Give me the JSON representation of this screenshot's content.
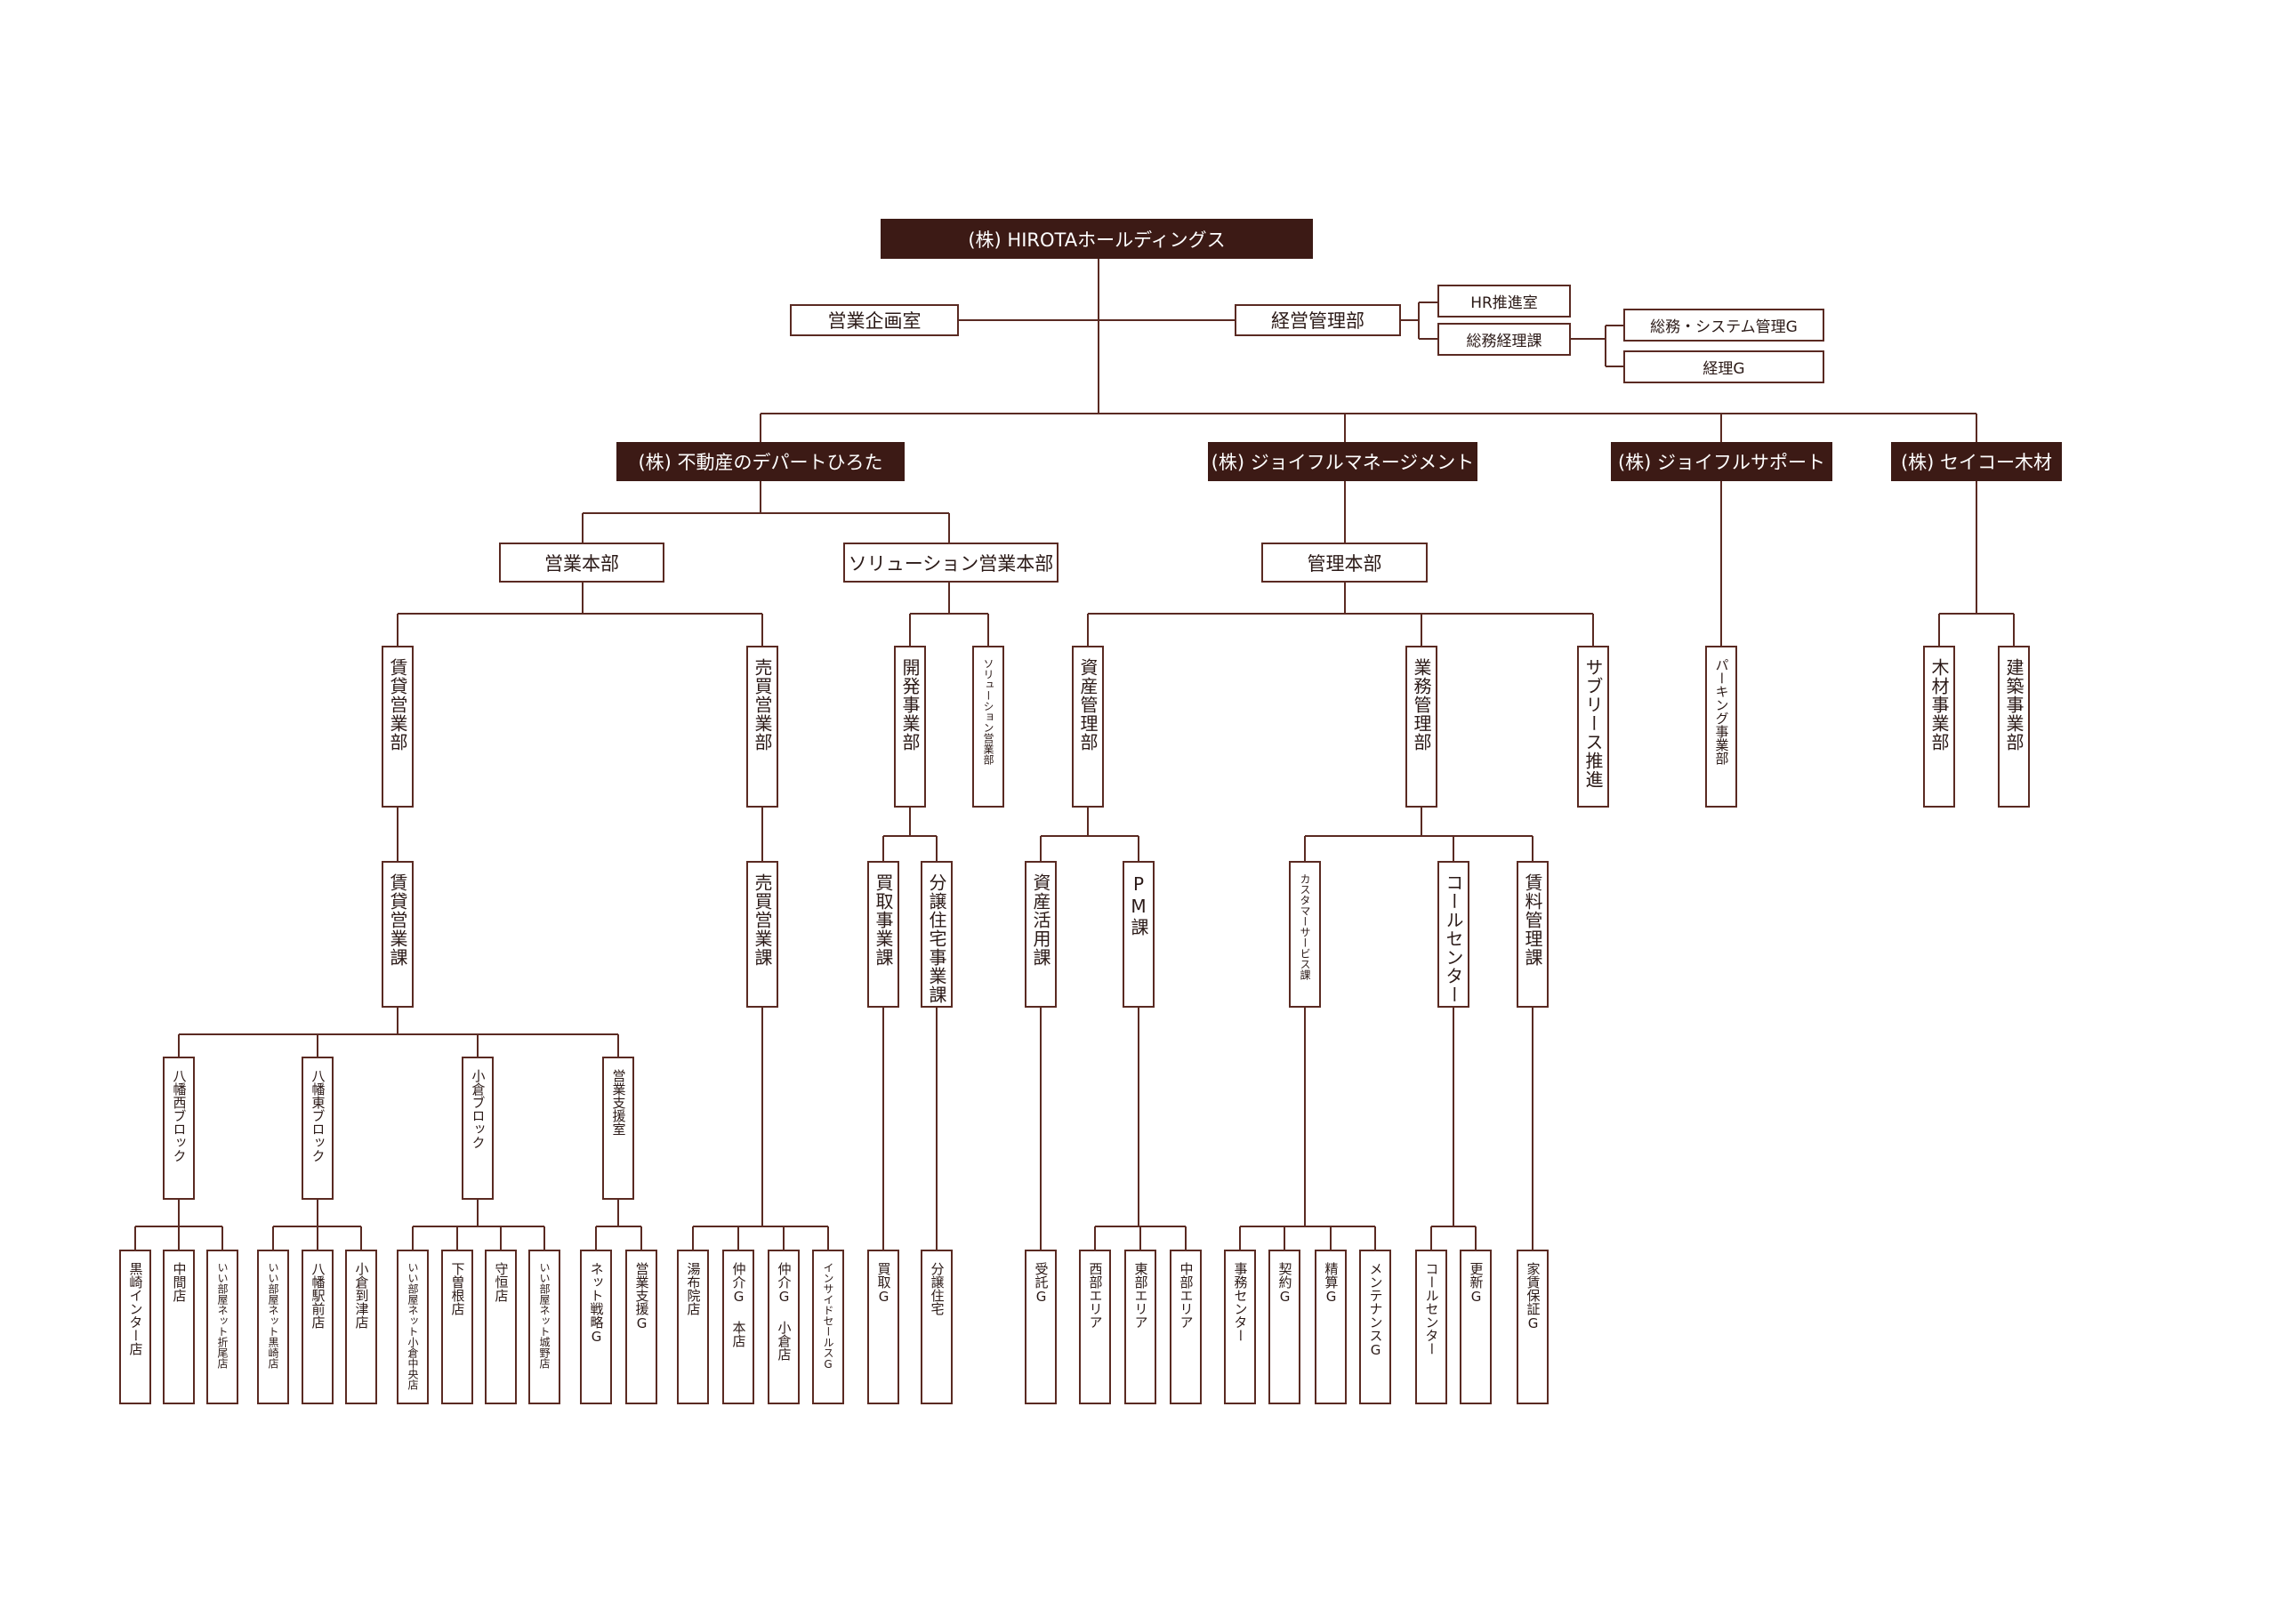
{
  "org": {
    "root": "(株) HIROTAホールディングス",
    "eigyo_kikaku": "営業企画室",
    "keiei_kanri": "経営管理部",
    "hr": "HR推進室",
    "somu_keiri": "総務経理課",
    "somu_system": "総務・システム管理G",
    "keiri": "経理G",
    "dept": "(株) 不動産のデパートひろた",
    "joyful_mgmt": "(株) ジョイフルマネージメント",
    "joyful_support": "(株) ジョイフルサポート",
    "seiko": "(株) セイコー木材",
    "eigyo_honbu": "営業本部",
    "solution_honbu": "ソリューション営業本部",
    "kanri_honbu": "管理本部",
    "chintai_bu": "賃貸営業部",
    "baibai_bu": "売買営業部",
    "kaihatsu_bu": "開発事業部",
    "solution_bu": "ソリューション営業部",
    "shisan_bu": "資産管理部",
    "gyomu_bu": "業務管理部",
    "sublease": "サブリース推進",
    "parking": "パーキング事業部",
    "mokuzai": "木材事業部",
    "kenchiku": "建築事業部",
    "chintai_ka": "賃貸営業課",
    "baibai_ka": "売買営業課",
    "kaitori_ka": "買取事業課",
    "bunjo_ka": "分譲住宅事業課",
    "shisan_katsuyo": "資産活用課",
    "pm": "PM課",
    "customer": "カスタマーサービス課",
    "callcenter": "コールセンター",
    "chinryo": "賃料管理課",
    "yahata_nishi": "八幡西ブロック",
    "yahata_higashi": "八幡東ブロック",
    "kokura": "小倉ブロック",
    "eigyo_shien_shitsu": "営業支援室",
    "kurosaki_ic": "黒崎インター店",
    "nakama": "中間店",
    "iiheya_orio": "いい部屋ネット折尾店",
    "iiheya_kurosaki": "いい部屋ネット黒崎店",
    "yahata_eki": "八幡駅前店",
    "kokura_tozu": "小倉到津店",
    "iiheya_kokura": "いい部屋ネット小倉中央店",
    "shimosone": "下曽根店",
    "morotsune": "守恒店",
    "iiheya_jono": "いい部屋ネット城野店",
    "net_senryaku": "ネット戦略G",
    "eigyo_shien_g": "営業支援G",
    "yunofuin": "湯布院店",
    "chukai_honten": "仲介G 本店",
    "chukai_kokura": "仲介G 小倉店",
    "inside_sales": "インサイドセールスG",
    "kaitori_g": "買取G",
    "bunjo": "分譲住宅",
    "jutaku_g": "受託G",
    "seibu": "西部エリア",
    "tobu": "東部エリア",
    "chubu": "中部エリア",
    "jimu_center": "事務センター",
    "keiyaku": "契約G",
    "seisan": "精算G",
    "maintenance": "メンテナンスG",
    "callcenter2": "コールセンター",
    "koshin": "更新G",
    "yachin_hosho": "家賃保証G"
  },
  "colors": {
    "accent": "#3c1a15",
    "line": "#5a2a22",
    "text": "#2b1a17"
  }
}
